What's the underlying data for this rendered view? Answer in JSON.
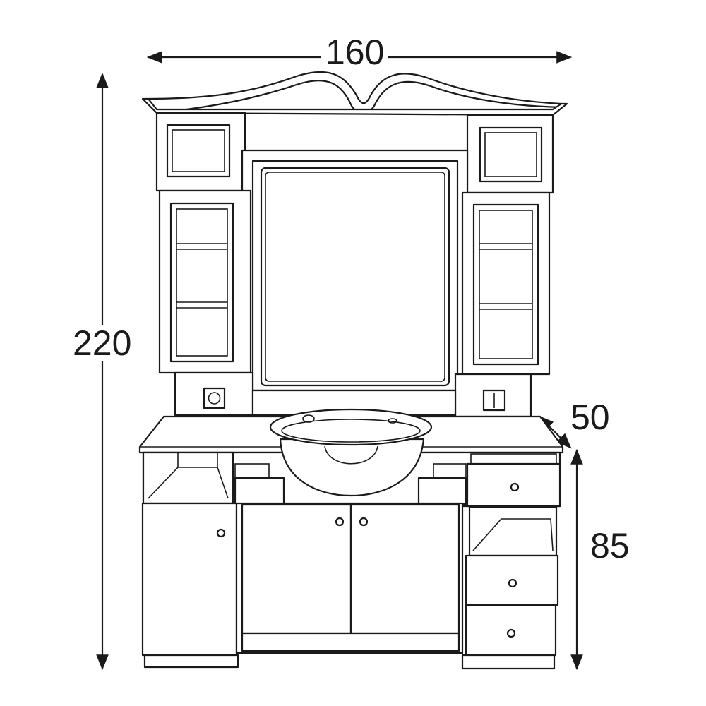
{
  "dimensions": {
    "width": "160",
    "height": "220",
    "depth": "50",
    "counter_height": "85"
  },
  "colors": {
    "line": "#1a1a1a",
    "background": "#ffffff"
  }
}
